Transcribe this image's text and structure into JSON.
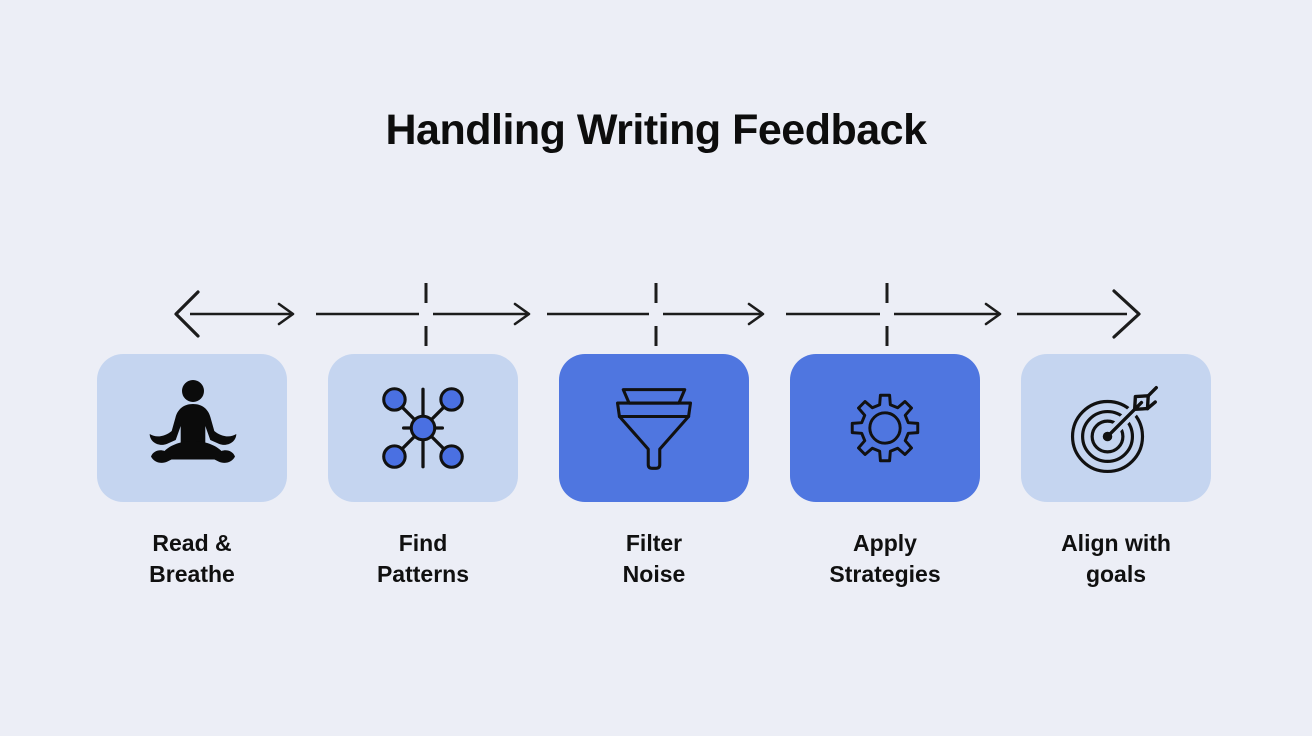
{
  "title": "Handling Writing Feedback",
  "colors": {
    "background": "#ECEEF6",
    "card_light": "#C5D5F0",
    "card_dark": "#4F76E0",
    "ink": "#1C1C1C",
    "node_fill": "#4A70E2"
  },
  "steps": [
    {
      "id": "read-breathe",
      "label": "Read &\nBreathe",
      "icon": "meditation-person-icon",
      "variant": "light"
    },
    {
      "id": "find-patterns",
      "label": "Find\nPatterns",
      "icon": "network-nodes-icon",
      "variant": "light"
    },
    {
      "id": "filter-noise",
      "label": "Filter\nNoise",
      "icon": "funnel-icon",
      "variant": "dark"
    },
    {
      "id": "apply-strategies",
      "label": "Apply\nStrategies",
      "icon": "gear-icon",
      "variant": "dark"
    },
    {
      "id": "align-goals",
      "label": "Align with\ngoals",
      "icon": "target-arrow-icon",
      "variant": "light"
    }
  ]
}
